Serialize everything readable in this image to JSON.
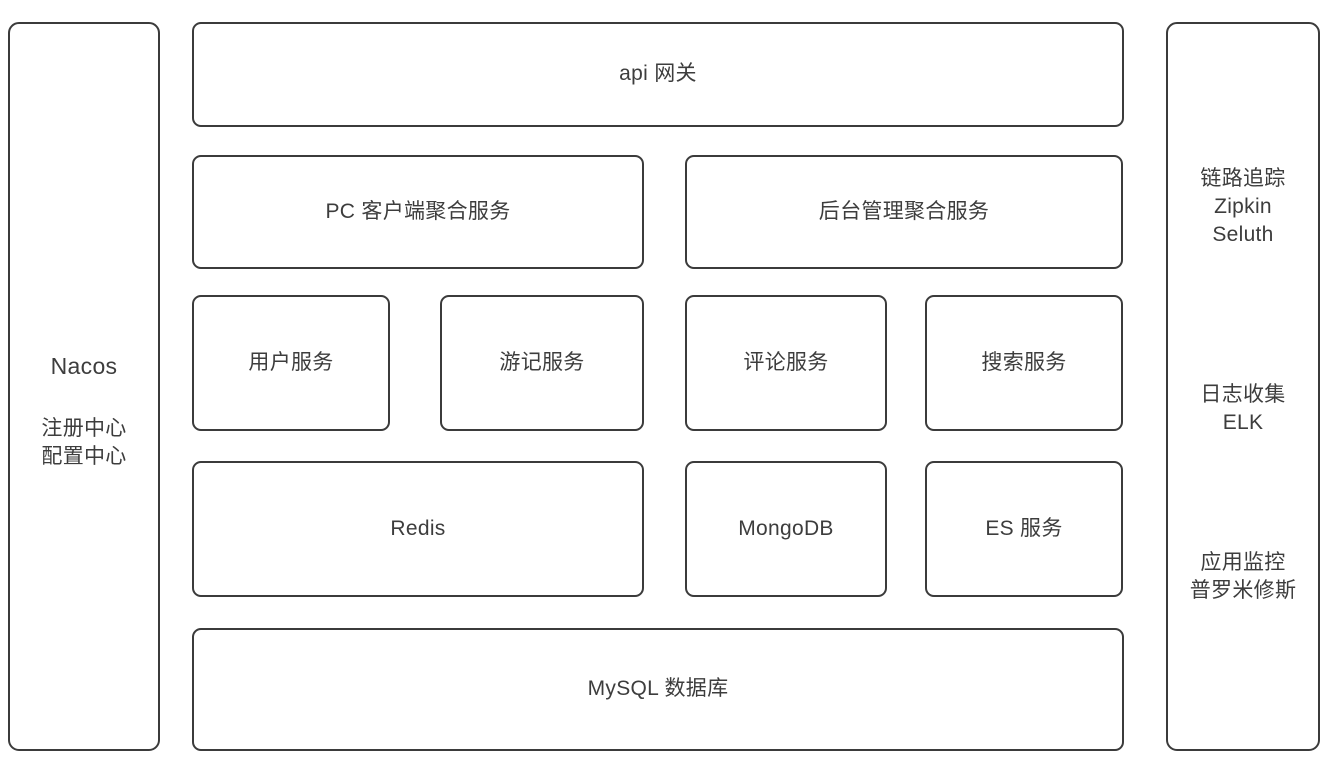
{
  "diagram": {
    "title": "microservice-architecture",
    "colors": {
      "box_border": "#3b3b3b",
      "box_fill": "#ffffff",
      "text": "#3d3d3d",
      "background": "#ffffff"
    }
  },
  "left_panel": {
    "title": "Nacos",
    "subtitle": "注册中心\n配置中心"
  },
  "right_panel": {
    "groups": [
      {
        "name": "tracing",
        "text": "链路追踪\nZipkin\nSeluth"
      },
      {
        "name": "logging",
        "text": "日志收集\nELK"
      },
      {
        "name": "monitoring",
        "text": "应用监控\n普罗米修斯"
      }
    ]
  },
  "rows": {
    "gateway": {
      "label": "api 网关"
    },
    "aggregation": [
      {
        "label": "PC 客户端聚合服务"
      },
      {
        "label": "后台管理聚合服务"
      }
    ],
    "services": [
      {
        "label": "用户服务"
      },
      {
        "label": "游记服务"
      },
      {
        "label": "评论服务"
      },
      {
        "label": "搜索服务"
      }
    ],
    "stores": [
      {
        "label": "Redis"
      },
      {
        "label": "MongoDB"
      },
      {
        "label": "ES 服务"
      }
    ],
    "database": {
      "label": "MySQL 数据库"
    }
  }
}
